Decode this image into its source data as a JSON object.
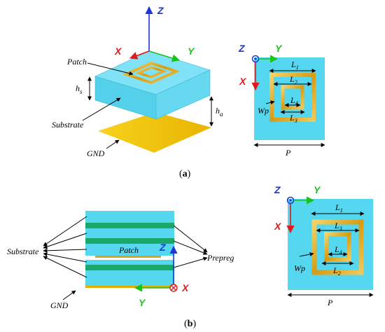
{
  "colors": {
    "substrate": "#55d7f0",
    "substrate_edge": "#3ab8d4",
    "gold": "#d8a21a",
    "gold_light": "#f0c85a",
    "gnd": "#f5c400",
    "prepreg": "#1aa86a",
    "axis_z": "#1e35d8",
    "axis_x": "#e01a1a",
    "axis_y": "#1cc21c"
  },
  "panel_a": {
    "caption_open": "(",
    "caption_letter": "a",
    "caption_close": ")",
    "iso": {
      "axis_z": "Z",
      "axis_x": "X",
      "axis_y": "Y",
      "patch": "Patch",
      "substrate": "Substrate",
      "gnd": "GND",
      "hs_var": "h",
      "hs_sub": "s",
      "ha_var": "h",
      "ha_sub": "a"
    },
    "top": {
      "axis_z": "Z",
      "axis_y": "Y",
      "axis_x": "X",
      "l1_var": "L",
      "l1_sub": "1",
      "l2_var": "L",
      "l2_sub": "2",
      "l3_var": "L",
      "l3_sub": "3",
      "l4_var": "L",
      "l4_sub": "4",
      "wp": "Wp",
      "p": "P"
    }
  },
  "panel_b": {
    "caption_open": "(",
    "caption_letter": "b",
    "caption_close": ")",
    "side": {
      "substrate": "Substrate",
      "prepreg": "Prepreg",
      "patch": "Patch",
      "gnd": "GND",
      "axis_z": "Z",
      "axis_x": "X",
      "axis_y": "Y"
    },
    "top": {
      "axis_z": "Z",
      "axis_y": "Y",
      "axis_x": "X",
      "l1_var": "L",
      "l1_sub": "1",
      "l3_var": "L",
      "l3_sub": "3",
      "l4_var": "L",
      "l4_sub": "4",
      "l2_var": "L",
      "l2_sub": "2",
      "wp": "Wp",
      "p": "P"
    }
  }
}
